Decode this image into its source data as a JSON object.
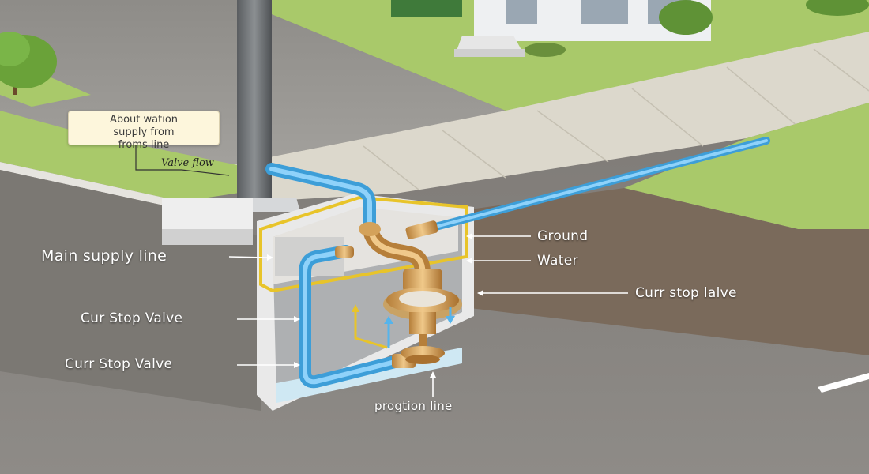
{
  "callout": {
    "text": "About watıon\nsupply from\nfroms line"
  },
  "labels": {
    "valve_flow": "Valve flow",
    "main_supply_line": "Main supply line",
    "cur_stop_valve_1": "Cur Stop Valve",
    "cur_stop_valve_2": "Curr Stop Valve",
    "ground": "Ground",
    "water": "Water",
    "curr_stop_lalve": "Curr stop lalve",
    "progtion_line": "progtion line"
  },
  "colors": {
    "grass": "#a9c96a",
    "road": "#8f8d89",
    "sidewalk": "#d8d4c8",
    "soil": "#7a6a5b",
    "pipe": "#55b4ec",
    "brass": "#d4a25a",
    "pit_outline": "#e8c42a"
  }
}
